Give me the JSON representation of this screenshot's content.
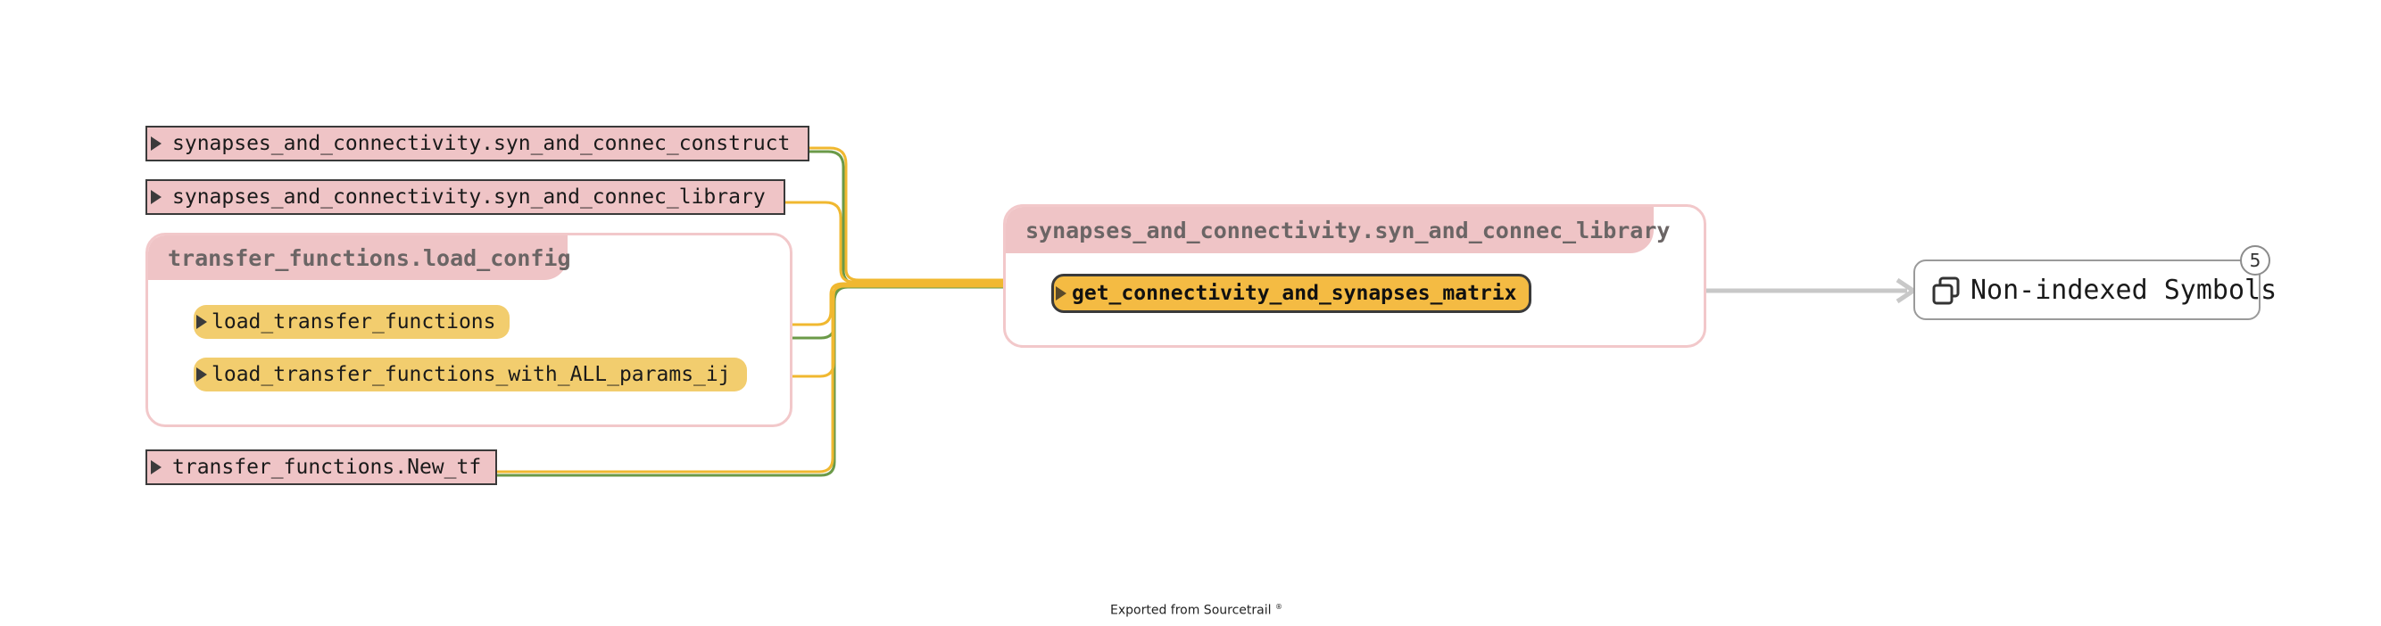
{
  "nodes": {
    "construct": "synapses_and_connectivity.syn_and_connec_construct",
    "library": "synapses_and_connectivity.syn_and_connec_library",
    "load_config": {
      "title": "transfer_functions.load_config",
      "members": [
        "load_transfer_functions",
        "load_transfer_functions_with_ALL_params_ij"
      ]
    },
    "new_tf": "transfer_functions.New_tf",
    "target_group": {
      "title": "synapses_and_connectivity.syn_and_connec_library",
      "active": "get_connectivity_and_synapses_matrix"
    },
    "non_indexed": {
      "label": "Non-indexed Symbols",
      "count": "5",
      "icon": "bundle-icon"
    }
  },
  "footer": {
    "text": "Exported from Sourcetrail",
    "mark": "®"
  },
  "colors": {
    "file_fill": "#efc4c6",
    "function_fill": "#f2cd6e",
    "active_fill": "#f4bb43",
    "call_edge": "#f0b830",
    "import_edge": "#6b9a48",
    "bundle_edge": "#c8c8c8"
  }
}
